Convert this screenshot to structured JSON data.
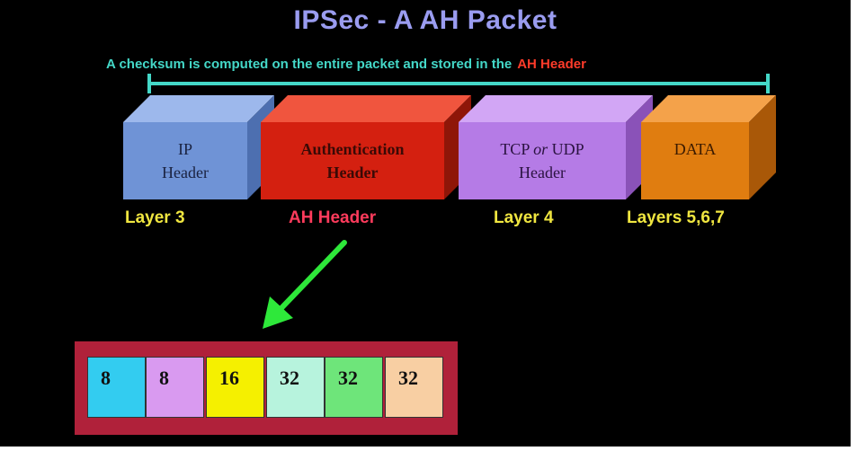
{
  "title": "IPSec - A AH Packet",
  "subtitle": {
    "text": "A checksum is computed on the entire packet and stored in the",
    "highlight": "AH Header"
  },
  "blocks": [
    {
      "id": "ip",
      "lines": [
        "IP",
        "Header"
      ],
      "color": "#6f93d6"
    },
    {
      "id": "auth",
      "lines": [
        "Authentication",
        "Header"
      ],
      "color": "#d42010"
    },
    {
      "id": "tcp",
      "line1": "TCP",
      "line1_italic": "or",
      "line1_end": "UDP",
      "line2": "Header",
      "color": "#b57be6"
    },
    {
      "id": "data",
      "lines": [
        "DATA"
      ],
      "color": "#e07d10"
    }
  ],
  "layer_labels": [
    "Layer 3",
    "AH Header",
    "Layer 4",
    "Layers 5,6,7"
  ],
  "ah_fields": [
    {
      "value": "8",
      "color": "#33ccf0"
    },
    {
      "value": "8",
      "color": "#d99af0"
    },
    {
      "value": "16",
      "color": "#f5f000"
    },
    {
      "value": "32",
      "color": "#b7f3dd"
    },
    {
      "value": "32",
      "color": "#6ee57a"
    },
    {
      "value": "32",
      "color": "#f8cfa3"
    }
  ],
  "colors": {
    "background": "#000000",
    "title": "#9a9cf0",
    "subtitle": "#44d8c8",
    "highlight": "#ff3b2a",
    "layer_label": "#f0e640",
    "ah_label": "#ff3b5c",
    "arrow": "#2ee83a",
    "ah_box": "#b0213a"
  }
}
